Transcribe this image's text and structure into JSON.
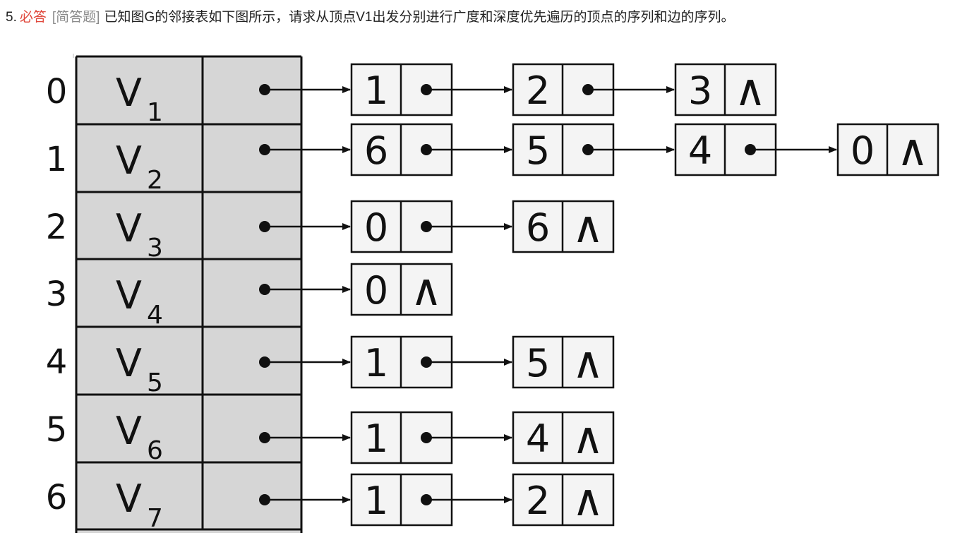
{
  "question": {
    "number": "5.",
    "required_label": "必答",
    "type_label": "[简答题]",
    "text": "已知图G的邻接表如下图所示，请求从顶点V1出发分别进行广度和深度优先遍历的顶点的序列和边的序列。"
  },
  "adjacency_list": {
    "null_symbol": "∧",
    "vertex_prefix": "V",
    "rows": [
      {
        "index": "0",
        "vertex_sub": "1",
        "nodes": [
          "1",
          "2",
          "3"
        ]
      },
      {
        "index": "1",
        "vertex_sub": "2",
        "nodes": [
          "6",
          "5",
          "4",
          "0"
        ]
      },
      {
        "index": "2",
        "vertex_sub": "3",
        "nodes": [
          "0",
          "6"
        ]
      },
      {
        "index": "3",
        "vertex_sub": "4",
        "nodes": [
          "0"
        ]
      },
      {
        "index": "4",
        "vertex_sub": "5",
        "nodes": [
          "1",
          "5"
        ]
      },
      {
        "index": "5",
        "vertex_sub": "6",
        "nodes": [
          "1",
          "4"
        ]
      },
      {
        "index": "6",
        "vertex_sub": "7",
        "nodes": [
          "1",
          "2"
        ]
      }
    ]
  }
}
